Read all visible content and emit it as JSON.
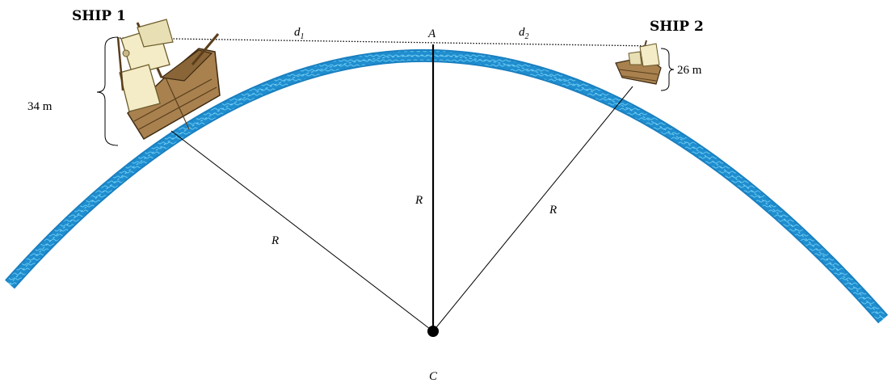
{
  "labels": {
    "ship1": "SHIP 1",
    "ship2": "SHIP 2",
    "d1": "d",
    "d1_sub": "1",
    "d2": "d",
    "d2_sub": "2",
    "point_a": "A",
    "center_c": "C",
    "radius_left": "R",
    "radius_center": "R",
    "radius_right": "R",
    "height_ship1": "34 m",
    "height_ship2": "26 m"
  },
  "colors": {
    "water": "#1f8fd0",
    "water_light": "#5cc3ee",
    "line": "#000000",
    "hull": "#a8814f",
    "hull_dark": "#6b4c26",
    "sail": "#f3ecc6",
    "sail_shade": "#d9cf9e"
  }
}
